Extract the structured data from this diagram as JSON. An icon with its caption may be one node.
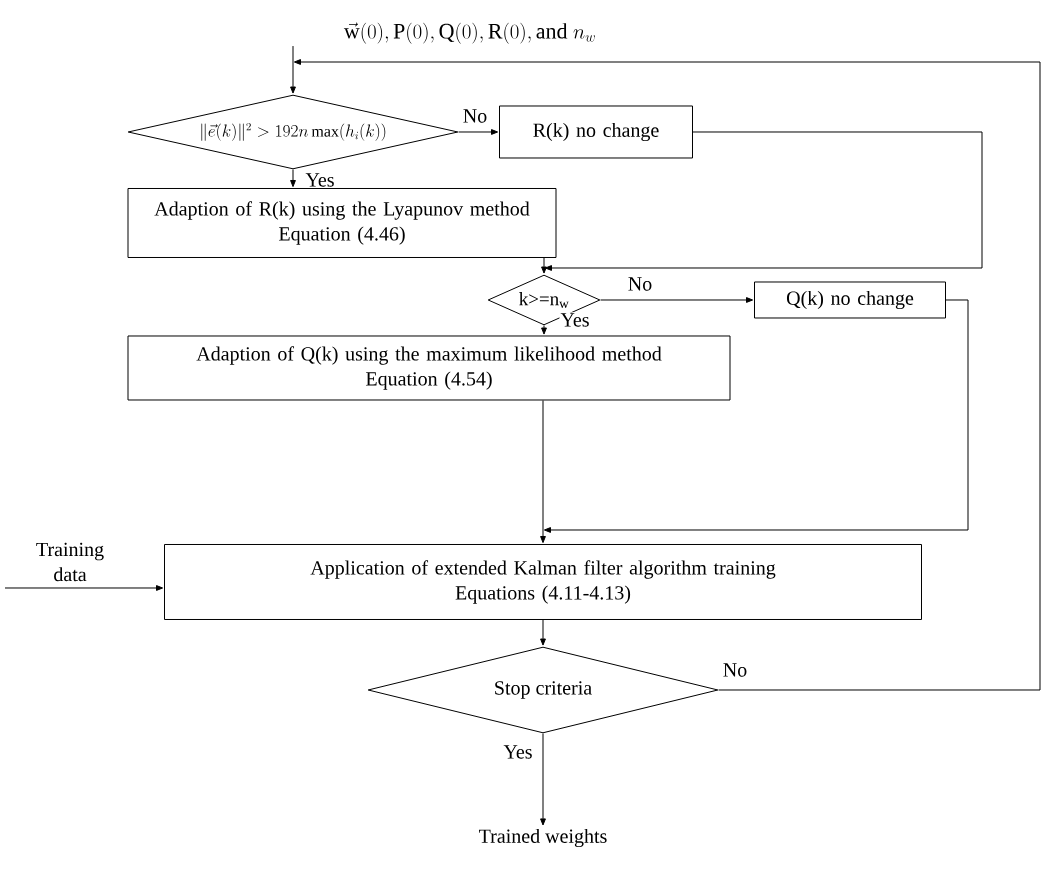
{
  "diagram": {
    "nodes": [
      {
        "text": [
          "\\vec{\\mathrm{w}}(0),\\mathrm{P}(0),\\mathrm{Q}(0),\\mathrm{R}(0),\\mathrm{and}\\ n_w"
        ]
      },
      {
        "text": [
          "\\|\\vec{e}(k)\\|^2 > 192n\\max(h_i(k))"
        ]
      },
      {
        "text": [
          "R(k) no change"
        ]
      },
      {
        "text": [
          "Adaption of R(k) using the Lyapunov method",
          "Equation (4.46)"
        ]
      },
      {
        "text": [
          "k>=n$_{w}$"
        ]
      },
      {
        "text": [
          "Q(k) no change"
        ]
      },
      {
        "text": [
          "Adaption of Q(k) using the maximum likelihood method",
          "Equation (4.54)"
        ]
      },
      {
        "text": [
          "Training data"
        ]
      },
      {
        "text": [
          "Application of extended Kalman filter algorithm training",
          "Equations (4.11-4.13)"
        ]
      },
      {
        "text": [
          "Stop criteria"
        ]
      },
      {
        "text": [
          "Trained weights"
        ]
      }
    ],
    "edges": [
      {
        "from": 0,
        "to": 1,
        "arrow": "to"
      },
      {
        "from": 9,
        "to": 1,
        "arrow": "to",
        "label": "No"
      },
      {
        "from": 1,
        "to": 2,
        "arrow": "to",
        "label": "No"
      },
      {
        "from": 1,
        "to": 3,
        "arrow": "to",
        "label": "Yes"
      },
      {
        "from": 3,
        "to": 4,
        "arrow": "to"
      },
      {
        "from": 2,
        "to": 4,
        "arrow": "to"
      },
      {
        "from": 4,
        "to": 5,
        "arrow": "to",
        "label": "No"
      },
      {
        "from": 4,
        "to": 6,
        "arrow": "to",
        "label": "Yes"
      },
      {
        "from": 6,
        "to": 8,
        "arrow": "to"
      },
      {
        "from": 5,
        "to": 8,
        "arrow": "to"
      },
      {
        "from": 7,
        "to": 8,
        "arrow": "to"
      },
      {
        "from": 8,
        "to": 9,
        "arrow": "to"
      },
      {
        "from": 9,
        "to": 10,
        "arrow": "to",
        "label": "Yes"
      }
    ]
  }
}
